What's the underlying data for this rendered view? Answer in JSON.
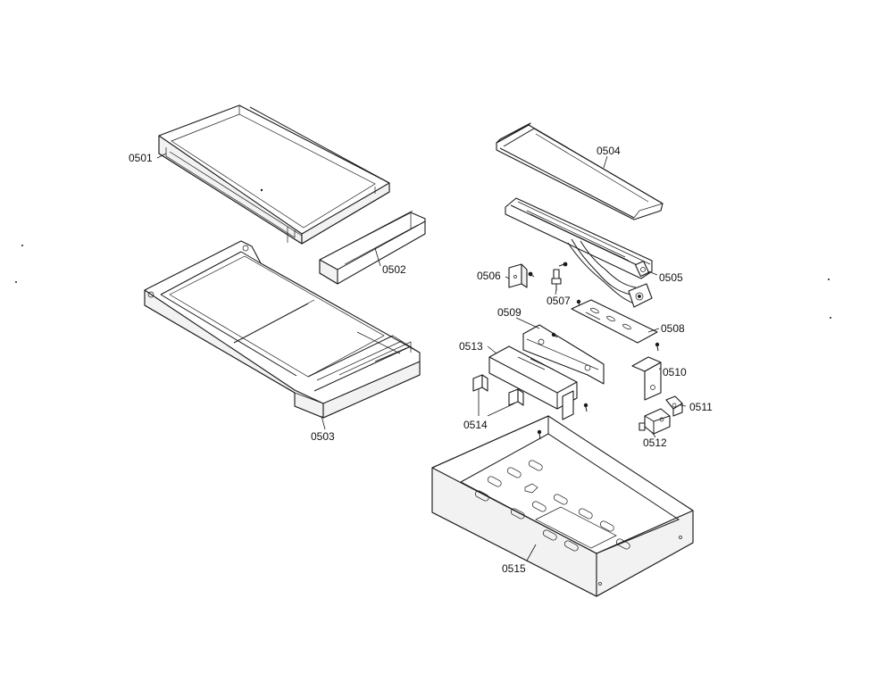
{
  "diagram": {
    "parts": [
      {
        "id": "p0501",
        "label": "0501"
      },
      {
        "id": "p0502",
        "label": "0502"
      },
      {
        "id": "p0503",
        "label": "0503"
      },
      {
        "id": "p0504",
        "label": "0504"
      },
      {
        "id": "p0505",
        "label": "0505"
      },
      {
        "id": "p0506",
        "label": "0506"
      },
      {
        "id": "p0507",
        "label": "0507"
      },
      {
        "id": "p0508",
        "label": "0508"
      },
      {
        "id": "p0509",
        "label": "0509"
      },
      {
        "id": "p0510",
        "label": "0510"
      },
      {
        "id": "p0511",
        "label": "0511"
      },
      {
        "id": "p0512",
        "label": "0512"
      },
      {
        "id": "p0513",
        "label": "0513"
      },
      {
        "id": "p0514",
        "label": "0514"
      },
      {
        "id": "p0515",
        "label": "0515"
      }
    ]
  }
}
